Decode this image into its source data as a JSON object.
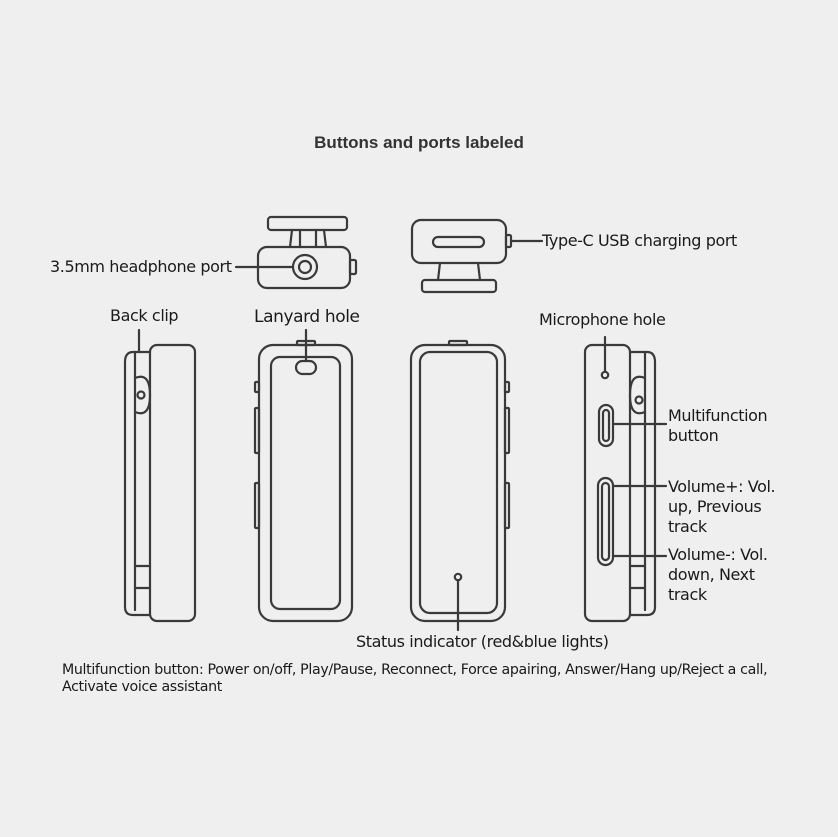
{
  "title": "Buttons and ports labeled",
  "labels": {
    "headphone_port": "3.5mm headphone port",
    "usb_port": "Type-C USB charging port",
    "back_clip": "Back clip",
    "lanyard_hole": "Lanyard hole",
    "microphone_hole": "Microphone hole",
    "multifunction_button": "Multifunction button",
    "volume_up": "Volume+: Vol. up, Previous track",
    "volume_down": "Volume-: Vol. down, Next track",
    "status_indicator": "Status indicator (red&blue lights)"
  },
  "footnote": "Multifunction button: Power on/off, Play/Pause, Reconnect, Force apairing, Answer/Hang up/Reject a call, Activate voice assistant",
  "colors": {
    "background": "#efefef",
    "line": "#3a3a3a",
    "text": "#1a1a1a"
  }
}
